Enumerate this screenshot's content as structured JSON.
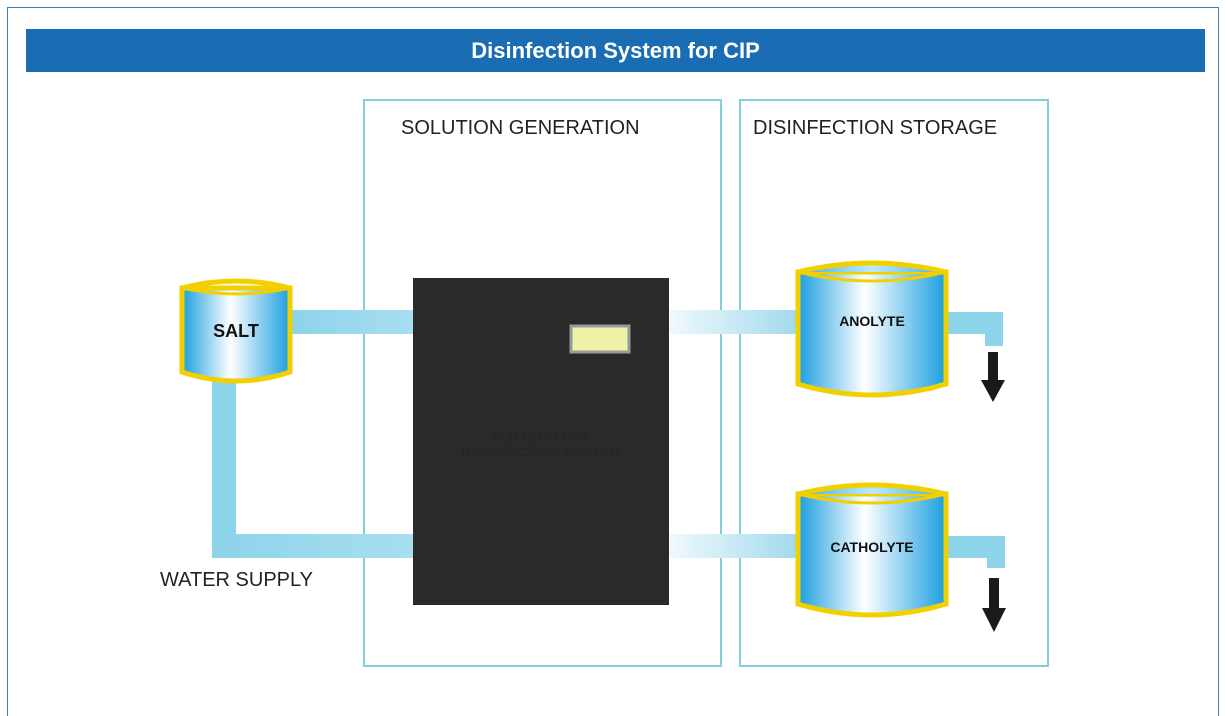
{
  "title": "Disinfection System for CIP",
  "sections": {
    "generation": "SOLUTION GENERATION",
    "storage": "DISINFECTION STORAGE"
  },
  "tanks": {
    "salt": "SALT",
    "anolyte": "ANOLYTE",
    "catholyte": "CATHOLYTE"
  },
  "unit": {
    "line1": "FLOTECH ECA",
    "line2": "DISINFECTION SYSTEM"
  },
  "inputs": {
    "water": "WATER SUPPLY"
  },
  "colors": {
    "title_bar": "#1a6db2",
    "frame": "#2f83bd",
    "section_border": "#7fcfe0",
    "pipe": "#8dd3ea",
    "tank_rim": "#f2d000",
    "unit_body": "#2a2a2a",
    "display_panel": "#eef2a6"
  },
  "icons": {
    "outlet_arrow": "arrow-down-icon"
  }
}
